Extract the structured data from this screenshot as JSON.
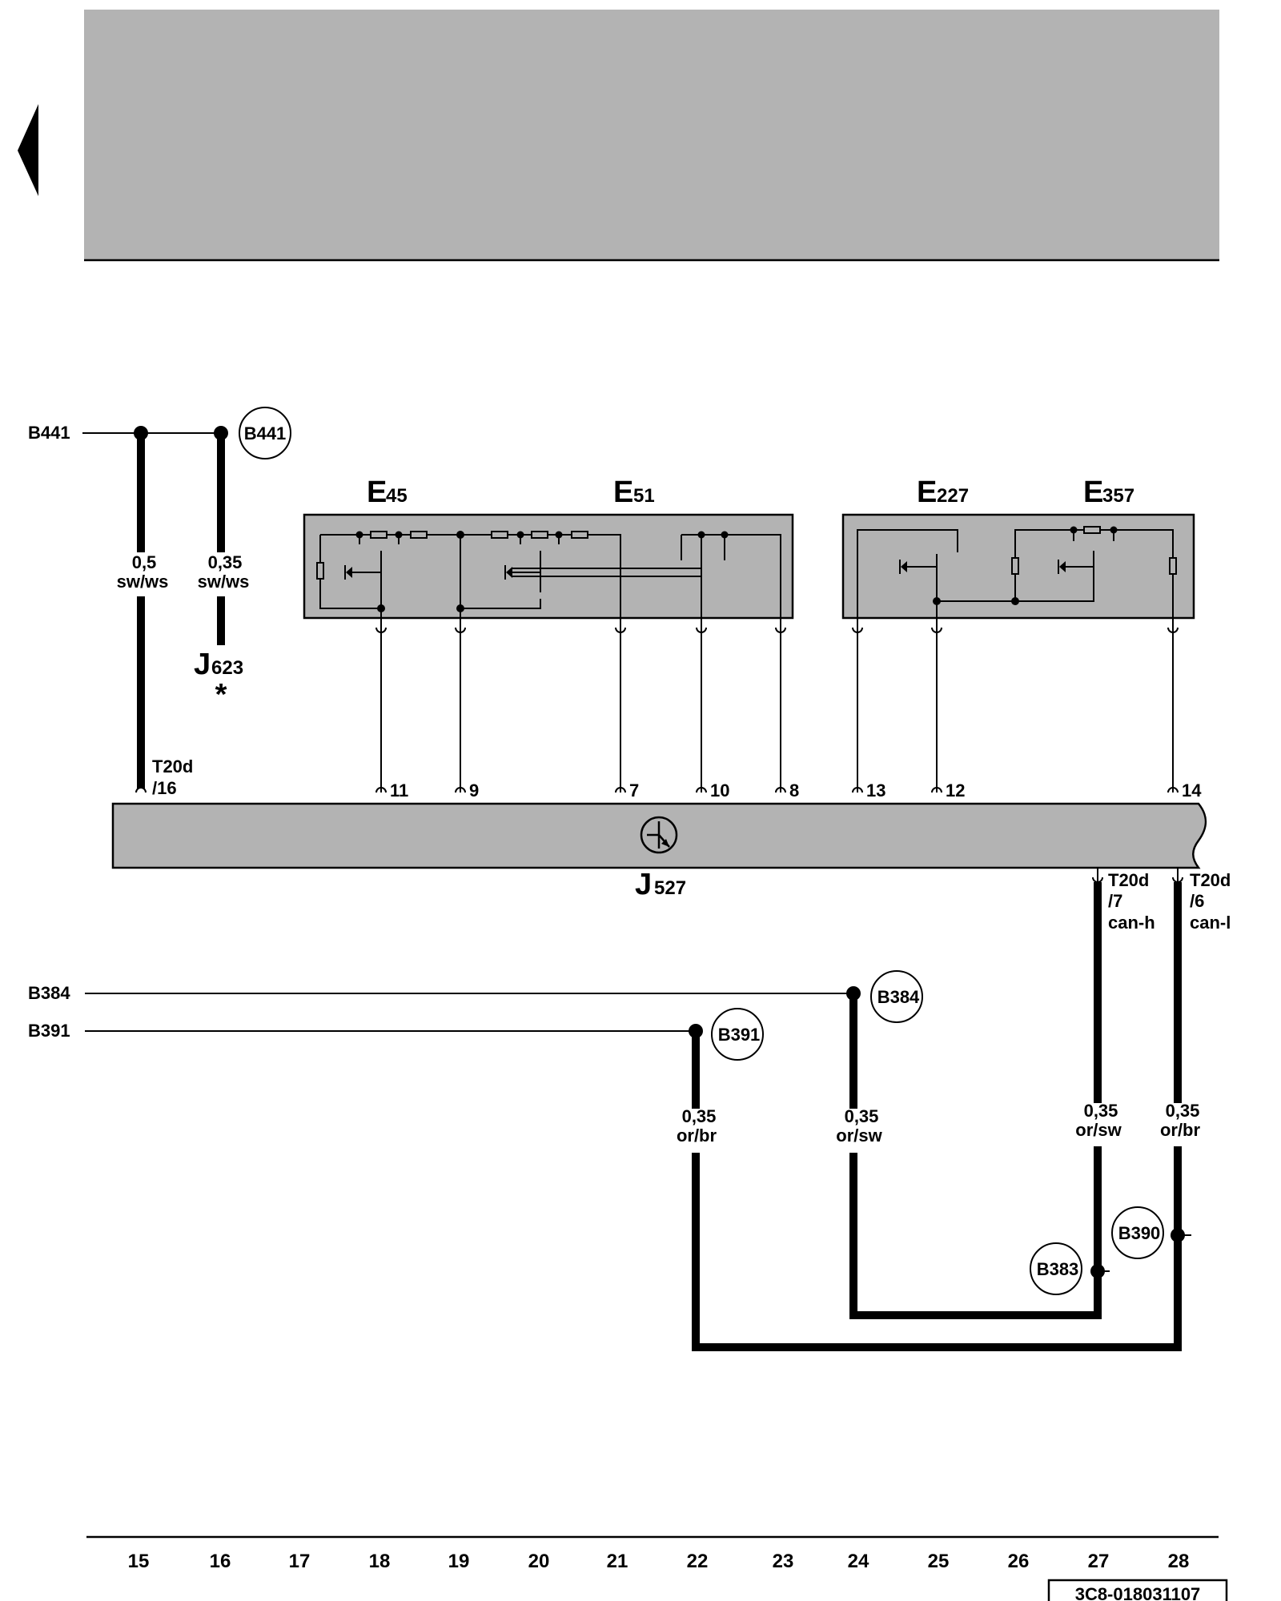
{
  "header": {
    "page_back_icon": "left-triangle-icon"
  },
  "colors": {
    "module_fill": "#b3b3b3",
    "header_fill": "#b3b3b3",
    "wire": "#000000"
  },
  "connectors": {
    "b441": "B441",
    "b384": "B384",
    "b391": "B391",
    "b383": "B383",
    "b390": "B390"
  },
  "components": {
    "e45": {
      "letter": "E",
      "number": "45"
    },
    "e51": {
      "letter": "E",
      "number": "51"
    },
    "e227": {
      "letter": "E",
      "number": "227"
    },
    "e357": {
      "letter": "E",
      "number": "357"
    },
    "j623": {
      "letter": "J",
      "number": "623",
      "note": "*"
    },
    "j527": {
      "letter": "J",
      "number": "527"
    }
  },
  "wires": {
    "w15": {
      "size": "0,5",
      "color": "sw/ws"
    },
    "w16": {
      "size": "0,35",
      "color": "sw/ws"
    },
    "w22": {
      "size": "0,35",
      "color": "or/br"
    },
    "w24": {
      "size": "0,35",
      "color": "or/sw"
    },
    "w27": {
      "size": "0,35",
      "color": "or/sw"
    },
    "w28": {
      "size": "0,35",
      "color": "or/br"
    }
  },
  "pins": {
    "t20d_16": {
      "conn": "T20d",
      "num": "/16"
    },
    "t20d_7": {
      "conn": "T20d",
      "num": "/7",
      "signal": "can-h"
    },
    "t20d_6": {
      "conn": "T20d",
      "num": "/6",
      "signal": "can-l"
    },
    "p11": "11",
    "p9": "9",
    "p7": "7",
    "p10": "10",
    "p8": "8",
    "p13": "13",
    "p12": "12",
    "p14": "14"
  },
  "footer": {
    "columns": [
      "15",
      "16",
      "17",
      "18",
      "19",
      "20",
      "21",
      "22",
      "23",
      "24",
      "25",
      "26",
      "27",
      "28"
    ],
    "doc_number": "3C8-018031107"
  }
}
